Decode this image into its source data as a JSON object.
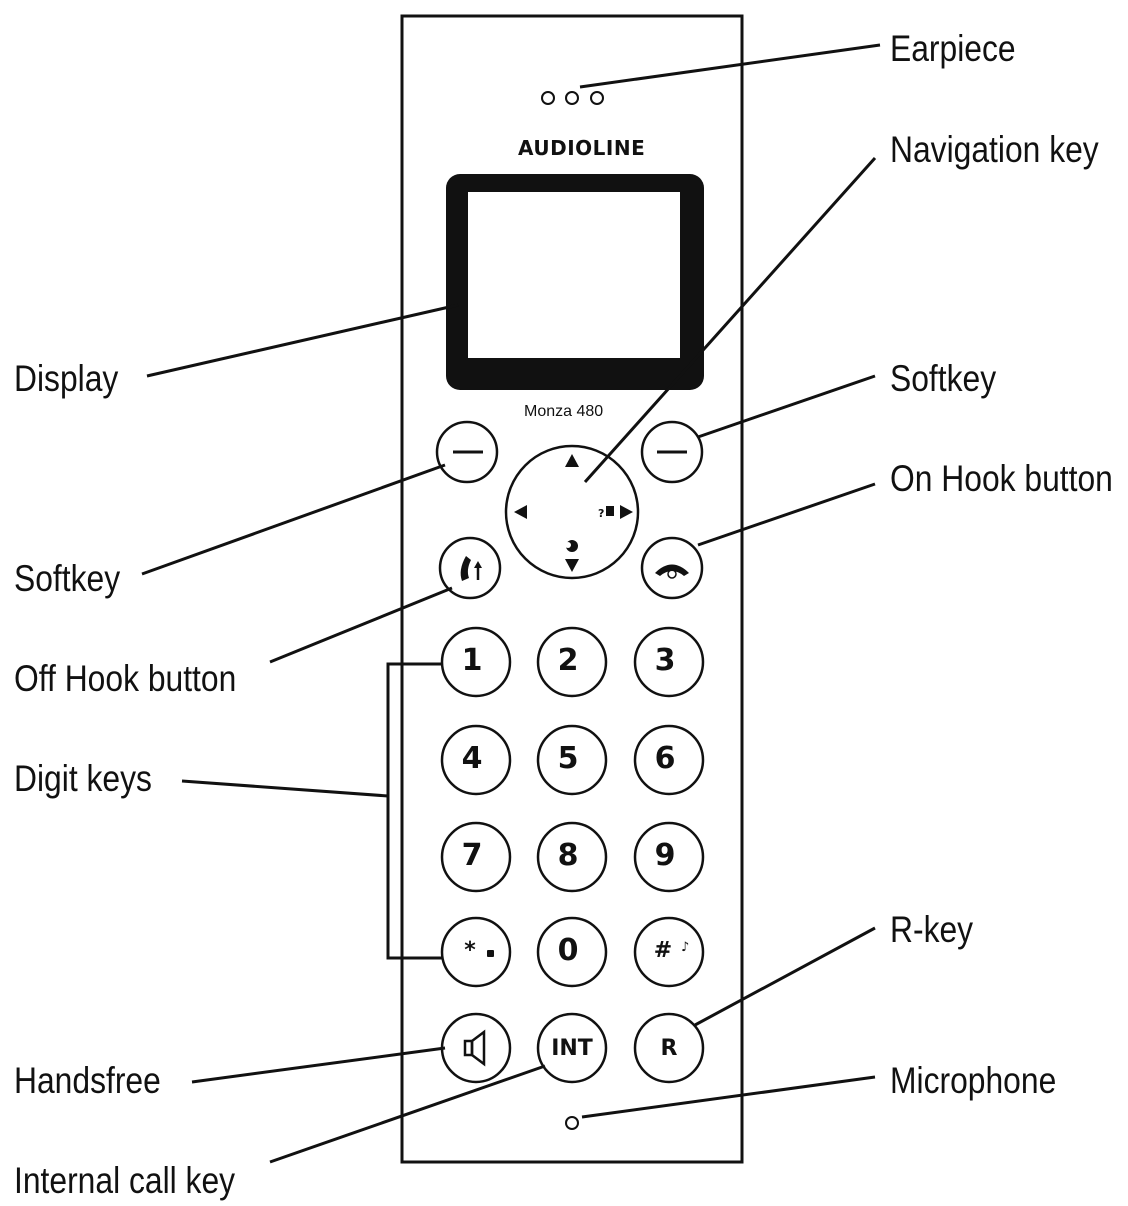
{
  "device": {
    "brand": "AUDIOLINE",
    "model": "Monza 480"
  },
  "labels": {
    "earpiece": "Earpiece",
    "navigation_key": "Navigation key",
    "display": "Display",
    "softkey_right": "Softkey",
    "on_hook_button": "On Hook button",
    "softkey_left": "Softkey",
    "off_hook_button": "Off Hook button",
    "digit_keys": "Digit keys",
    "r_key": "R-key",
    "handsfree": "Handsfree",
    "microphone": "Microphone",
    "internal_call_key": "Internal call key"
  },
  "keys": {
    "digits": [
      "1",
      "2",
      "3",
      "4",
      "5",
      "6",
      "7",
      "8",
      "9",
      "*",
      "0",
      "#"
    ],
    "int": "INT",
    "r": "R"
  },
  "icons": {
    "nav_up": "arrow-up-icon",
    "nav_down": "arrow-down-icon",
    "nav_left": "arrow-left-icon",
    "nav_right": "arrow-right-icon",
    "off_hook": "phone-off-hook-icon",
    "on_hook": "phone-on-hook-icon",
    "handsfree": "speaker-icon",
    "star": "lock-icon",
    "hash": "music-note-icon"
  }
}
